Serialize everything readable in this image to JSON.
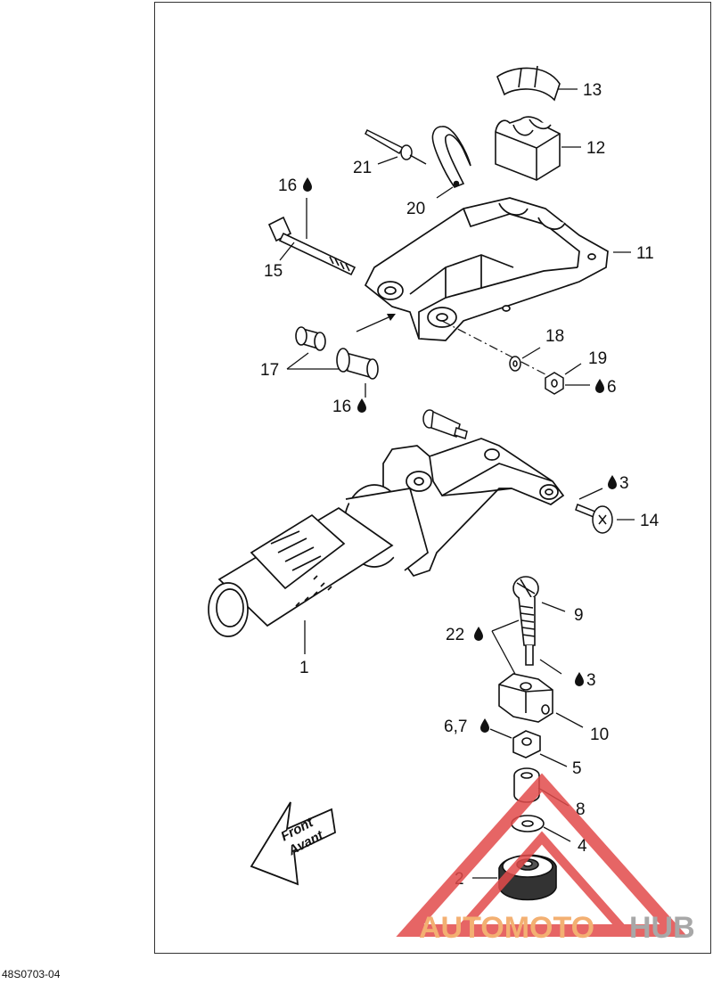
{
  "figure_code": "48S0703-04",
  "callouts": {
    "c1": "1",
    "c2": "2",
    "c3a": "3",
    "c3b": "3",
    "c4": "4",
    "c5": "5",
    "c6": "6",
    "c67": "6,7",
    "c8": "8",
    "c9": "9",
    "c10": "10",
    "c11": "11",
    "c12": "12",
    "c13": "13",
    "c14": "14",
    "c15": "15",
    "c16a": "16",
    "c16b": "16",
    "c17": "17",
    "c18": "18",
    "c19": "19",
    "c20": "20",
    "c21": "21",
    "c22": "22"
  },
  "direction_arrow": {
    "line1": "Front",
    "line2": "Avant"
  },
  "watermark": {
    "part1": "AUTOMOTO",
    "part2": "HUB",
    "color1": "#f2a35a",
    "color2": "#9a9a9a",
    "triangle_color": "#e24b4b"
  },
  "icons": {
    "sealant": "drop-icon"
  }
}
